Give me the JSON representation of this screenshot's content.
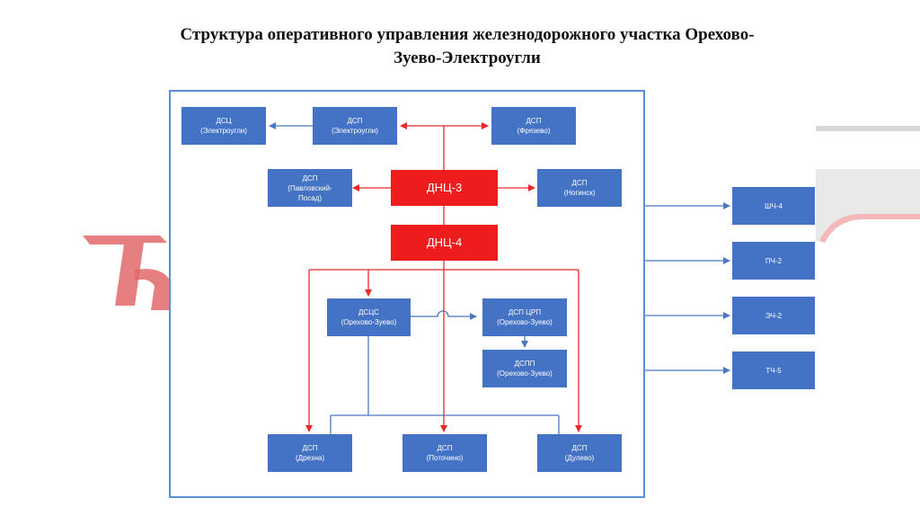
{
  "title_line1": "Структура оперативного управления железнодорожного участка Орехово-",
  "title_line2": "Зуево-Электроугли",
  "colors": {
    "blue_box": "#4472c4",
    "red_box": "#ee1c1c",
    "red_line": "#e8292a",
    "blue_line": "#4a78c2",
    "frame": "#5b8fd4"
  },
  "nodes": {
    "dsc_electrougli": [
      "ДСЦ",
      "(Электроугли)"
    ],
    "dsp_electrougli": [
      "ДСП",
      "(Электроугли)"
    ],
    "dsp_fryazevo": [
      "ДСП",
      "(Фрязево)"
    ],
    "dsp_pavlovsky": [
      "ДСП",
      "(Павловский-",
      "Посад)"
    ],
    "dnc3": "ДНЦ-3",
    "dsp_noginsk": [
      "ДСП",
      "(Ногинск)"
    ],
    "dnc4": "ДНЦ-4",
    "dsts_orekhovo": [
      "ДСЦС",
      "(Орехово-Зуево)"
    ],
    "dsp_crp": [
      "ДСП ЦРП",
      "(Орехово-Зуево)"
    ],
    "dspp_orekhovo": [
      "ДСПП",
      "(Орехово-Зуево)"
    ],
    "dsp_drezna": [
      "ДСП",
      "(Дрезна)"
    ],
    "dsp_potochino": [
      "ДСП",
      "(Поточино)"
    ],
    "dsp_dulevo": [
      "ДСП",
      "(Дулево)"
    ],
    "shch4": "ШЧ-4",
    "pch2": "ПЧ-2",
    "ech2": "ЭЧ-2",
    "tch5": "ТЧ-5"
  }
}
